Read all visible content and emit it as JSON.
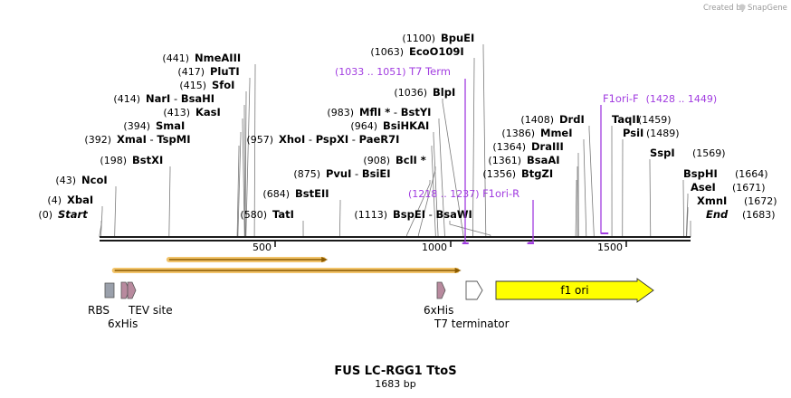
{
  "credit": {
    "prefix": "Created by",
    "brand": "SnapGene"
  },
  "map": {
    "title": "FUS LC-RGG1 TtoS",
    "length_label": "1683 bp",
    "ruler_ticks": [
      {
        "pos": 500,
        "label": "500"
      },
      {
        "pos": 1000,
        "label": "1000"
      },
      {
        "pos": 1500,
        "label": "1500"
      }
    ]
  },
  "sites_left": [
    {
      "num": "(441)",
      "names": [
        "NmeAIII"
      ],
      "pos": 441
    },
    {
      "num": "(417)",
      "names": [
        "PluTI"
      ],
      "pos": 417
    },
    {
      "num": "(415)",
      "names": [
        "SfoI"
      ],
      "pos": 415
    },
    {
      "num": "(414)",
      "names": [
        "NarI",
        "BsaHI"
      ],
      "pos": 414
    },
    {
      "num": "(413)",
      "names": [
        "KasI"
      ],
      "pos": 413
    },
    {
      "num": "(394)",
      "names": [
        "SmaI"
      ],
      "pos": 394
    },
    {
      "num": "(392)",
      "names": [
        "XmaI",
        "TspMI"
      ],
      "pos": 392
    },
    {
      "num": "(198)",
      "names": [
        "BstXI"
      ],
      "pos": 198
    },
    {
      "num": "(43)",
      "names": [
        "NcoI"
      ],
      "pos": 43
    },
    {
      "num": "(4)",
      "names": [
        "XbaI"
      ],
      "pos": 4
    },
    {
      "num": "(0)",
      "names": [
        "Start"
      ],
      "pos": 0,
      "italic": true
    }
  ],
  "sites_middle": [
    {
      "num": "(1100)",
      "names": [
        "BpuEI"
      ],
      "pos": 1100
    },
    {
      "num": "(1063)",
      "names": [
        "EcoO109I"
      ],
      "pos": 1063
    },
    {
      "num": "(1036)",
      "names": [
        "BlpI"
      ],
      "pos": 1036
    },
    {
      "num": "(983)",
      "names": [
        "MflI *",
        "BstYI"
      ],
      "pos": 983
    },
    {
      "num": "(964)",
      "names": [
        "BsiHKAI"
      ],
      "pos": 964
    },
    {
      "num": "(957)",
      "names": [
        "XhoI",
        "PspXI",
        "PaeR7I"
      ],
      "pos": 957
    },
    {
      "num": "(908)",
      "names": [
        "BclI *"
      ],
      "pos": 908
    },
    {
      "num": "(875)",
      "names": [
        "PvuI",
        "BsiEI"
      ],
      "pos": 875
    },
    {
      "num": "(684)",
      "names": [
        "BstEII"
      ],
      "pos": 684
    },
    {
      "num": "(580)",
      "names": [
        "TatI"
      ],
      "pos": 580
    },
    {
      "num": "(1113)",
      "names": [
        "BspEI",
        "BsaWI"
      ],
      "pos": 1113
    }
  ],
  "sites_right": [
    {
      "num": "(1408)",
      "names": [
        "DrdI"
      ],
      "pos": 1408
    },
    {
      "num": "(1386)",
      "names": [
        "MmeI"
      ],
      "pos": 1386
    },
    {
      "num": "(1364)",
      "names": [
        "DraIII"
      ],
      "pos": 1364
    },
    {
      "num": "(1361)",
      "names": [
        "BsaAI"
      ],
      "pos": 1361
    },
    {
      "num": "(1356)",
      "names": [
        "BtgZI"
      ],
      "pos": 1356
    },
    {
      "num": "(1459)",
      "names": [
        "TaqII"
      ],
      "pos": 1459
    },
    {
      "num": "(1489)",
      "names": [
        "PsiI"
      ],
      "pos": 1489
    },
    {
      "num": "(1569)",
      "names": [
        "SspI"
      ],
      "pos": 1569
    },
    {
      "num": "(1664)",
      "names": [
        "BspHI"
      ],
      "pos": 1664
    },
    {
      "num": "(1671)",
      "names": [
        "AseI"
      ],
      "pos": 1671
    },
    {
      "num": "(1672)",
      "names": [
        "XmnI"
      ],
      "pos": 1672
    },
    {
      "num": "(1683)",
      "names": [
        "End"
      ],
      "pos": 1683,
      "italic": true
    }
  ],
  "primers": [
    {
      "name": "T7 Term",
      "range": "(1033 .. 1051)",
      "start": 1033,
      "end": 1051,
      "color": "#a13ce0"
    },
    {
      "name": "F1ori-F",
      "range": "(1428 .. 1449)",
      "start": 1428,
      "end": 1449,
      "color": "#a13ce0"
    },
    {
      "name": "F1ori-R",
      "range": "(1218 .. 1237)",
      "start": 1218,
      "end": 1237,
      "color": "#a13ce0"
    }
  ],
  "features": [
    {
      "name": "RBS",
      "start": 20,
      "end": 30,
      "color": "#9aa0ab"
    },
    {
      "name": "6xHis",
      "start": 59,
      "end": 76,
      "color": "#b88a9e"
    },
    {
      "name": "TEV site",
      "start": 77,
      "end": 97,
      "color": "#b88a9e"
    },
    {
      "name": "6xHis",
      "start": 1004,
      "end": 1021,
      "color": "#b88a9e"
    },
    {
      "name": "T7 terminator",
      "start": 1085,
      "end": 1132,
      "color": "#ffffff"
    },
    {
      "name": "f1 ori",
      "start": 1158,
      "end": 1613,
      "color": "#ffff00"
    }
  ],
  "orfs": [
    {
      "start": 198,
      "end": 650
    },
    {
      "start": 43,
      "end": 1030
    }
  ]
}
